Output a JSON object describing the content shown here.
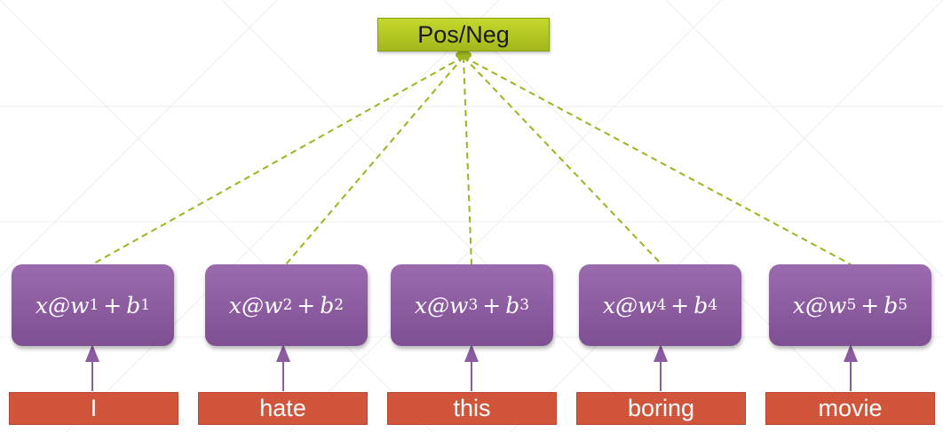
{
  "output": {
    "label": "Pos/Neg"
  },
  "nodes": [
    {
      "var": "x",
      "at": "@",
      "weight": "w",
      "index": "1",
      "plus": "+",
      "bias": "b"
    },
    {
      "var": "x",
      "at": "@",
      "weight": "w",
      "index": "2",
      "plus": "+",
      "bias": "b"
    },
    {
      "var": "x",
      "at": "@",
      "weight": "w",
      "index": "3",
      "plus": "+",
      "bias": "b"
    },
    {
      "var": "x",
      "at": "@",
      "weight": "w",
      "index": "4",
      "plus": "+",
      "bias": "b"
    },
    {
      "var": "x",
      "at": "@",
      "weight": "w",
      "index": "5",
      "plus": "+",
      "bias": "b"
    }
  ],
  "words": [
    "I",
    "hate",
    "this",
    "boring",
    "movie"
  ],
  "colors": {
    "output_fill": "#b5c924",
    "node_fill": "#8c5ca0",
    "word_fill": "#d0553a",
    "dashed_link": "#9cb51f",
    "arrow": "#8c5ca0"
  }
}
